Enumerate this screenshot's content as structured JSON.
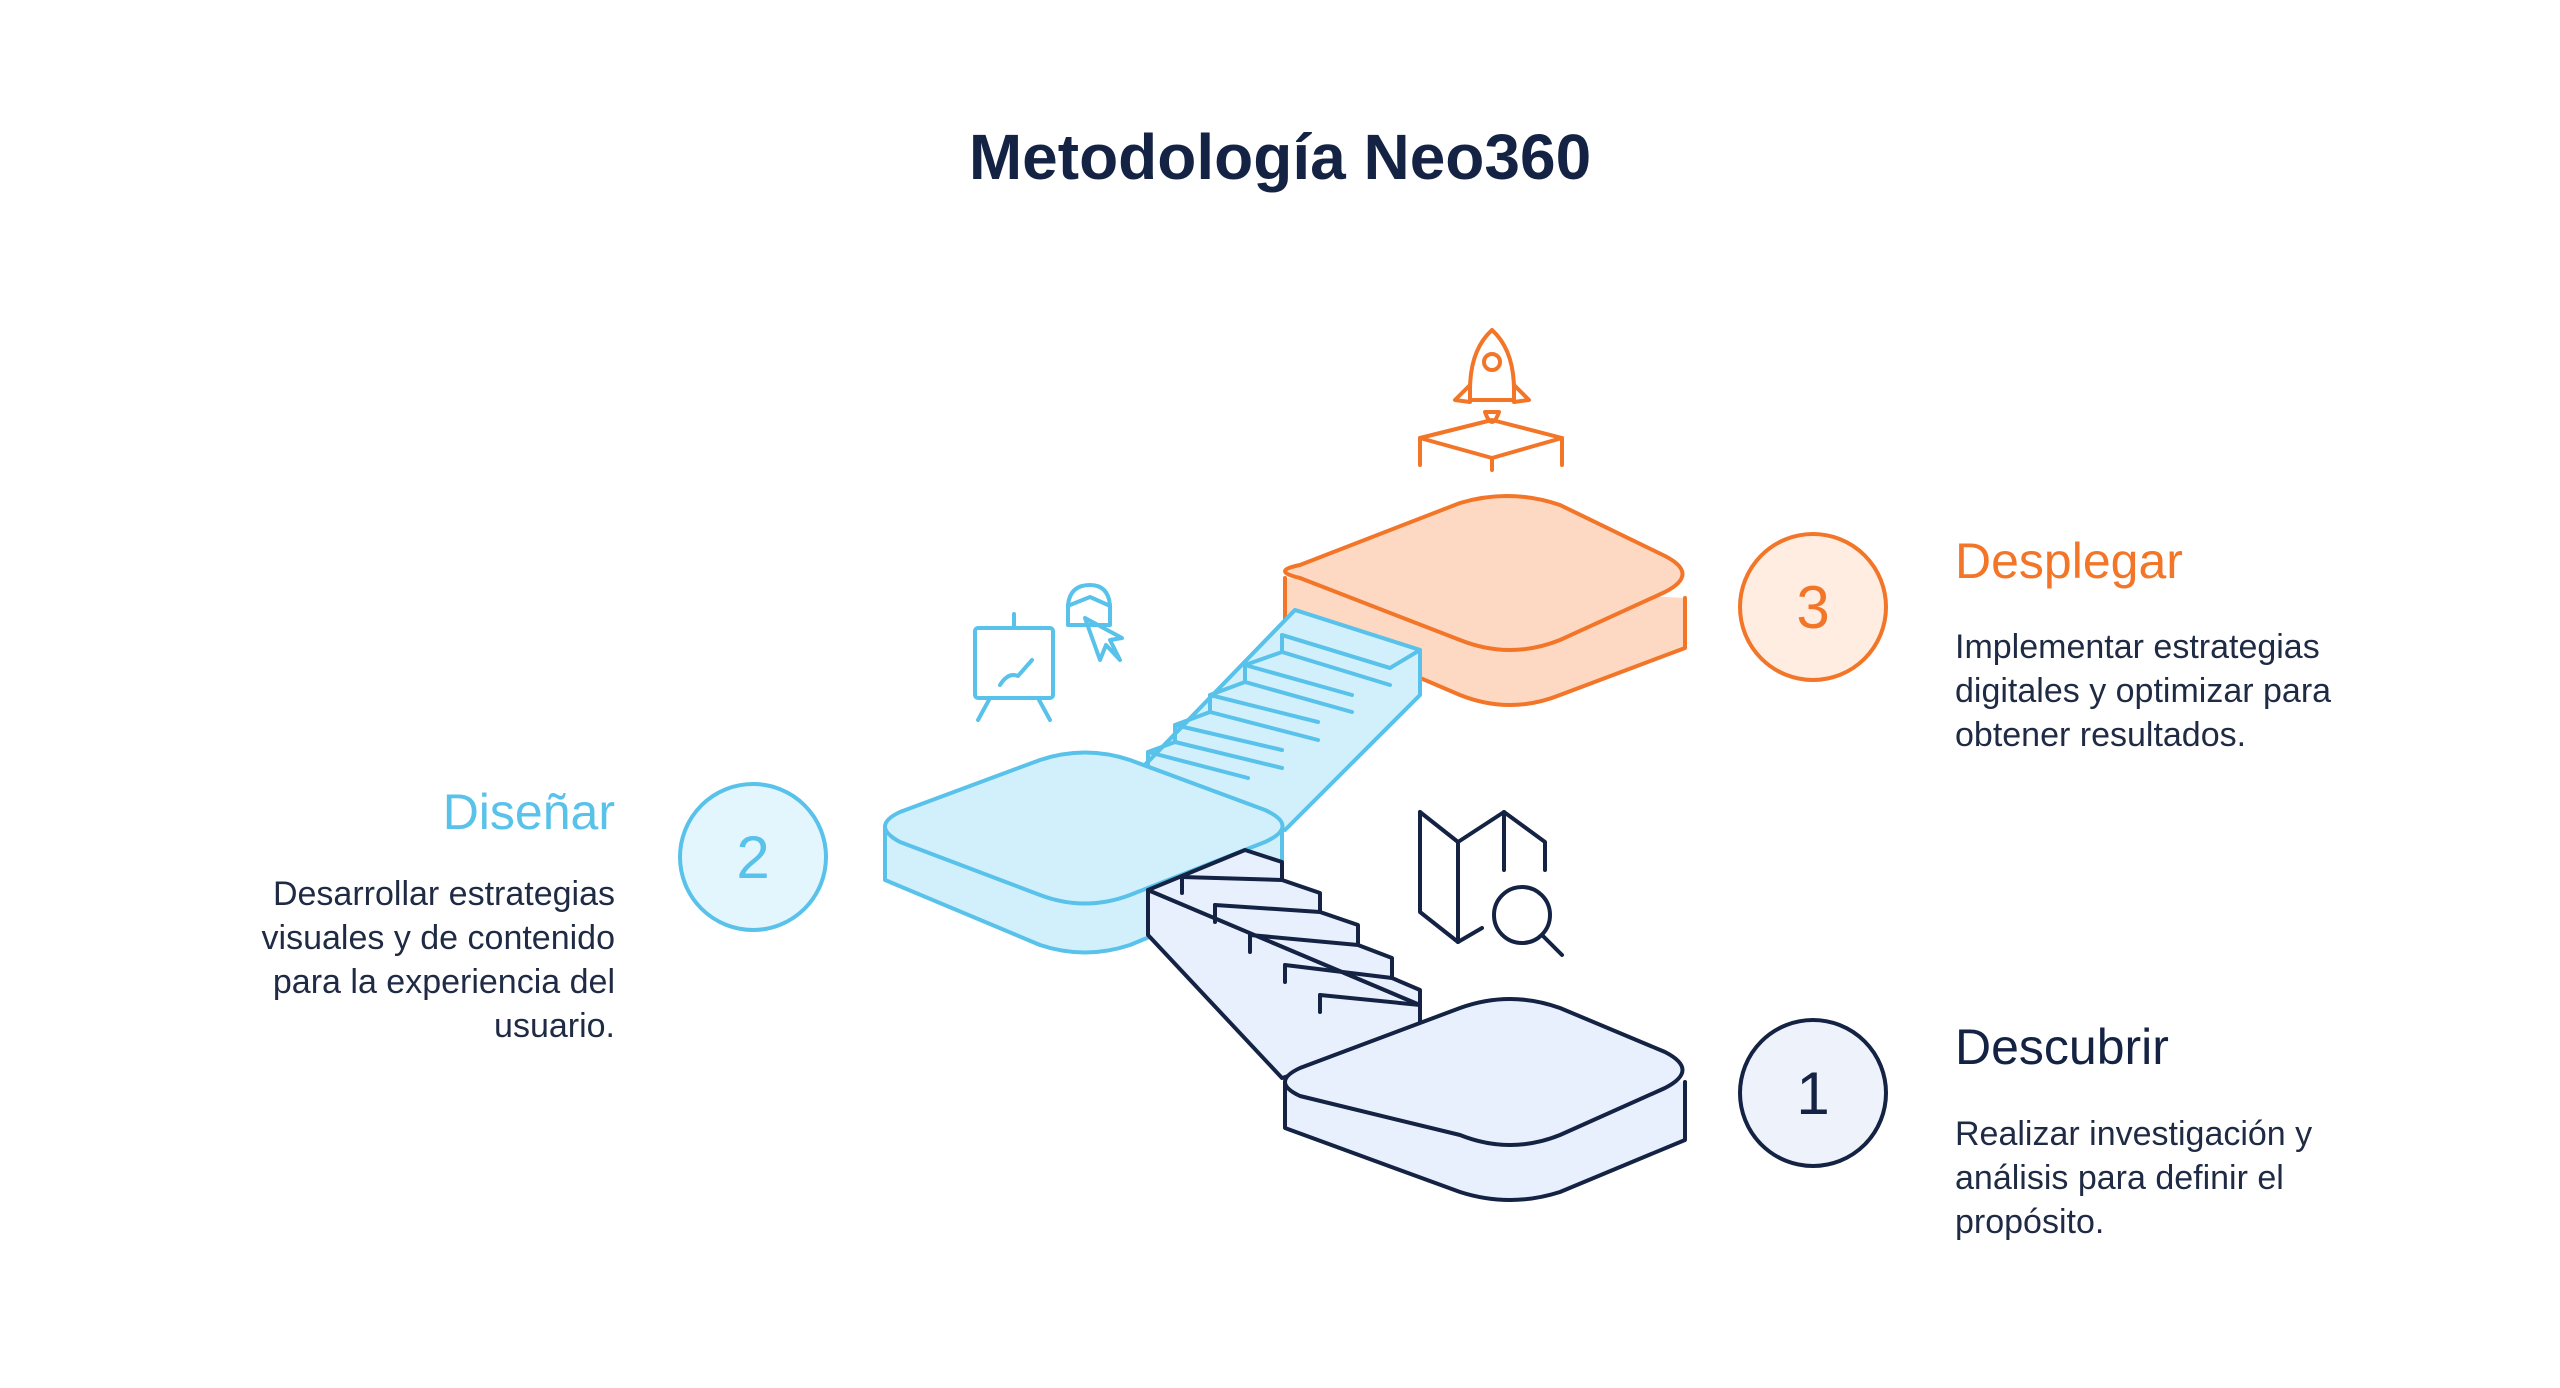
{
  "title": "Metodología Neo360",
  "colors": {
    "navy": "#142244",
    "blue": "#58C2EA",
    "orange": "#F27528",
    "navy_fill": "#E9F0FD",
    "blue_fill": "#D2F0FC",
    "orange_fill": "#FDD9C4"
  },
  "steps": [
    {
      "number": "1",
      "title": "Descubrir",
      "description": "Realizar investigación y análisis para definir el propósito.",
      "icon": "map-search-icon",
      "color": "#142244"
    },
    {
      "number": "2",
      "title": "Diseñar",
      "description": "Desarrollar estrategias visuales y de contenido para la experiencia del usuario.",
      "icon": "design-easel-icon",
      "color": "#58C2EA"
    },
    {
      "number": "3",
      "title": "Desplegar",
      "description": "Implementar estrategias digitales y optimizar para obtener resultados.",
      "icon": "rocket-launch-icon",
      "color": "#F27528"
    }
  ]
}
